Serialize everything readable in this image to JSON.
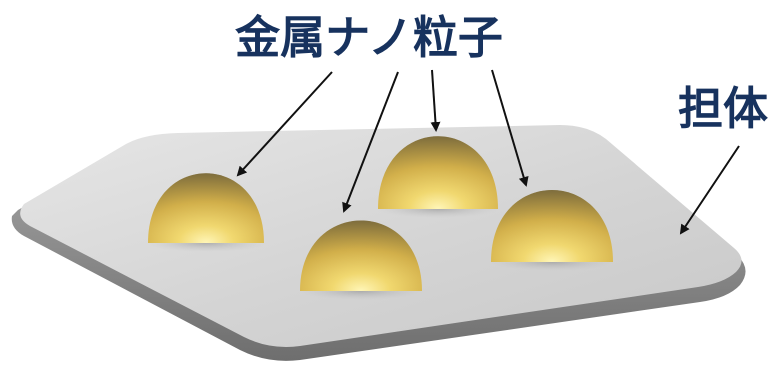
{
  "labels": {
    "particles": "金属ナノ粒子",
    "support": "担体"
  },
  "colors": {
    "label_text": "#17325e",
    "support_surface": "#d6d6d6",
    "particle_gold": "#d9b84a",
    "arrow": "#111111"
  },
  "counts": {
    "particles": 4
  }
}
